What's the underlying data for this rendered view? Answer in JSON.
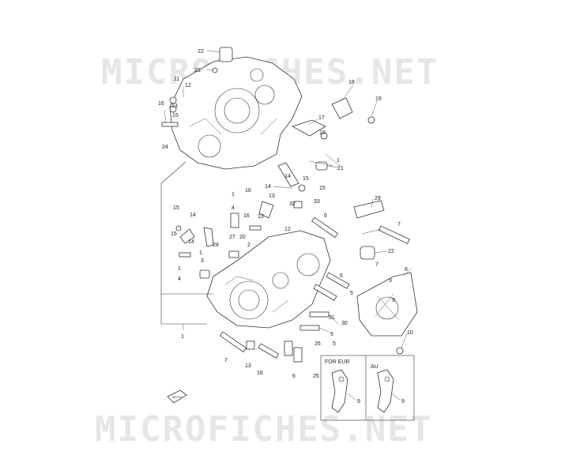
{
  "watermark": {
    "text": "MICROFICHES.NET"
  },
  "box_labels": {
    "eur": "FOR EUR",
    "au": "AU"
  },
  "callouts": [
    "1",
    "2",
    "3",
    "4",
    "5",
    "6",
    "7",
    "8",
    "9",
    "10",
    "11",
    "12",
    "13",
    "14",
    "15",
    "16",
    "17",
    "18",
    "19",
    "20",
    "21",
    "22",
    "23",
    "24",
    "25",
    "26",
    "27",
    "28",
    "29",
    "30",
    "31",
    "32",
    "33"
  ],
  "logo_text": "MOTO"
}
